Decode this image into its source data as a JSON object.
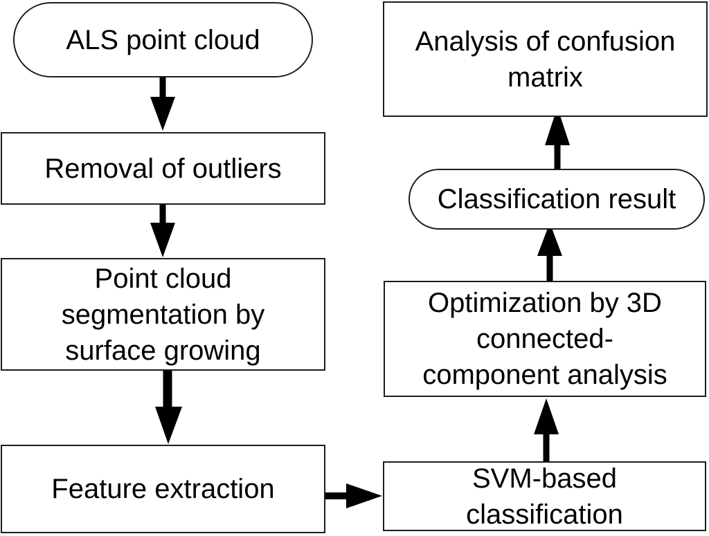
{
  "diagram": {
    "colors": {
      "background": "#ffffff",
      "node_fill": "#ffffff",
      "node_border": "#1c1c1c",
      "text": "#000000",
      "arrow": "#000000"
    },
    "nodes": {
      "als": {
        "shape": "stadium",
        "label": "ALS point cloud"
      },
      "removal": {
        "shape": "rect",
        "label": "Removal of outliers"
      },
      "segmentation": {
        "shape": "rect",
        "label": "Point cloud\nsegmentation by\nsurface growing"
      },
      "feature": {
        "shape": "rect",
        "label": "Feature extraction"
      },
      "svm": {
        "shape": "rect",
        "label": "SVM-based\nclassification"
      },
      "optimization": {
        "shape": "rect",
        "label": "Optimization by 3D\nconnected-\ncomponent analysis"
      },
      "result": {
        "shape": "stadium",
        "label": "Classification result"
      },
      "confusion": {
        "shape": "rect",
        "label": "Analysis of confusion\nmatrix"
      }
    },
    "edges": [
      {
        "from": "als",
        "to": "removal",
        "direction": "down"
      },
      {
        "from": "removal",
        "to": "segmentation",
        "direction": "down"
      },
      {
        "from": "segmentation",
        "to": "feature",
        "direction": "down"
      },
      {
        "from": "feature",
        "to": "svm",
        "direction": "right"
      },
      {
        "from": "svm",
        "to": "optimization",
        "direction": "up"
      },
      {
        "from": "optimization",
        "to": "result",
        "direction": "up"
      },
      {
        "from": "result",
        "to": "confusion",
        "direction": "up"
      }
    ]
  }
}
